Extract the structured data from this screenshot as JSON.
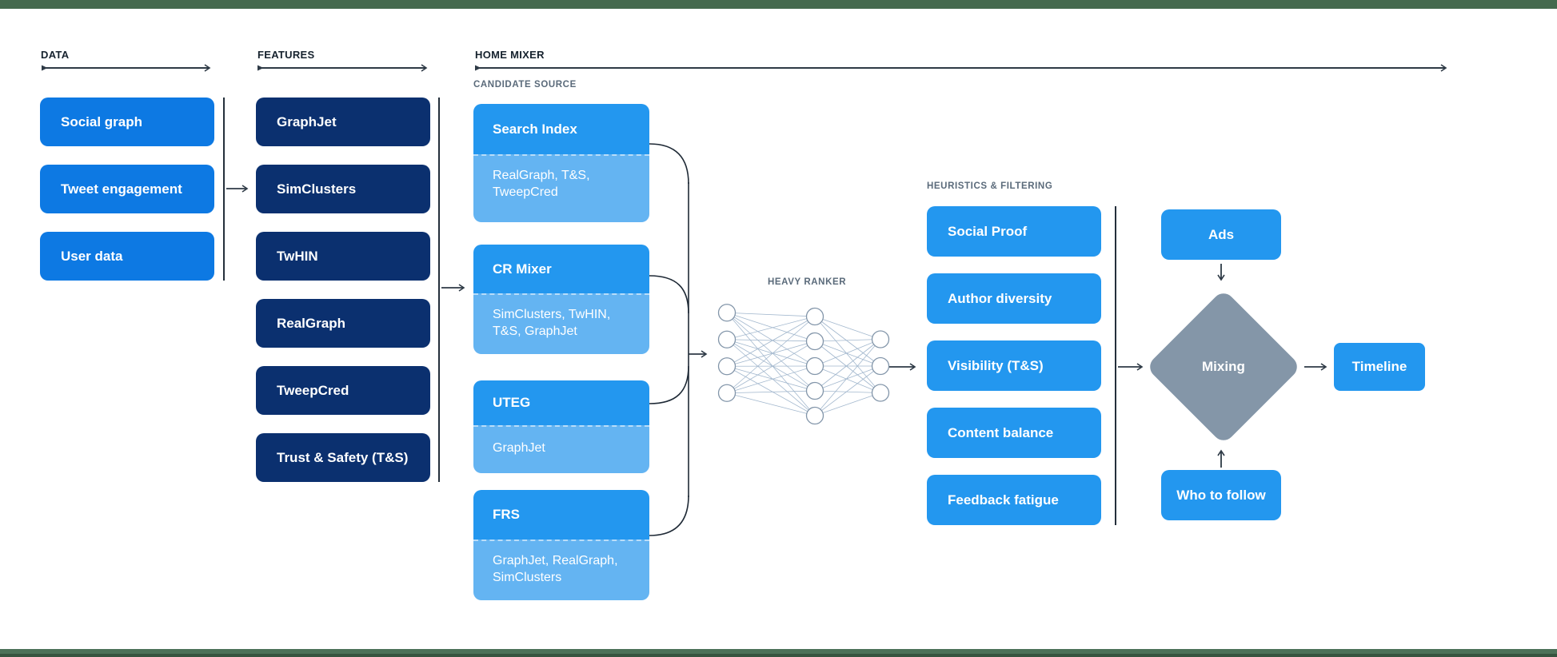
{
  "diagram": {
    "title_sections": {
      "data_header": "DATA",
      "features_header": "FEATURES",
      "home_mixer_header": "HOME MIXER"
    },
    "data_items": [
      "Social graph",
      "Tweet engagement",
      "User data"
    ],
    "feature_items": [
      "GraphJet",
      "SimClusters",
      "TwHIN",
      "RealGraph",
      "TweepCred",
      "Trust & Safety (T&S)"
    ],
    "candidate_source": {
      "label": "CANDIDATE SOURCE",
      "items": [
        {
          "title": "Search Index",
          "subtitle": "RealGraph, T&S, TweepCred"
        },
        {
          "title": "CR Mixer",
          "subtitle": "SimClusters, TwHIN, T&S, GraphJet"
        },
        {
          "title": "UTEG",
          "subtitle": "GraphJet"
        },
        {
          "title": "FRS",
          "subtitle": "GraphJet, RealGraph, SimClusters"
        }
      ]
    },
    "heavy_ranker": {
      "label": "HEAVY RANKER",
      "layers": [
        4,
        5,
        3
      ]
    },
    "heuristics": {
      "label": "HEURISTICS & FILTERING",
      "items": [
        "Social Proof",
        "Author diversity",
        "Visibility (T&S)",
        "Content balance",
        "Feedback fatigue"
      ]
    },
    "mixing_stage": {
      "ads": "Ads",
      "mixing": "Mixing",
      "who_to_follow": "Who to follow",
      "timeline": "Timeline"
    },
    "colors": {
      "data_blue": "#0D79E3",
      "bright_blue": "#2397EF",
      "light_blue": "#64B4F2",
      "navy": "#0B306F",
      "diamond_gray": "#8496A8",
      "green_bar": "#45694E",
      "green_bar_dark": "#36543F",
      "line_dark": "#2E3A46",
      "label_gray": "#5A6A7A"
    }
  }
}
